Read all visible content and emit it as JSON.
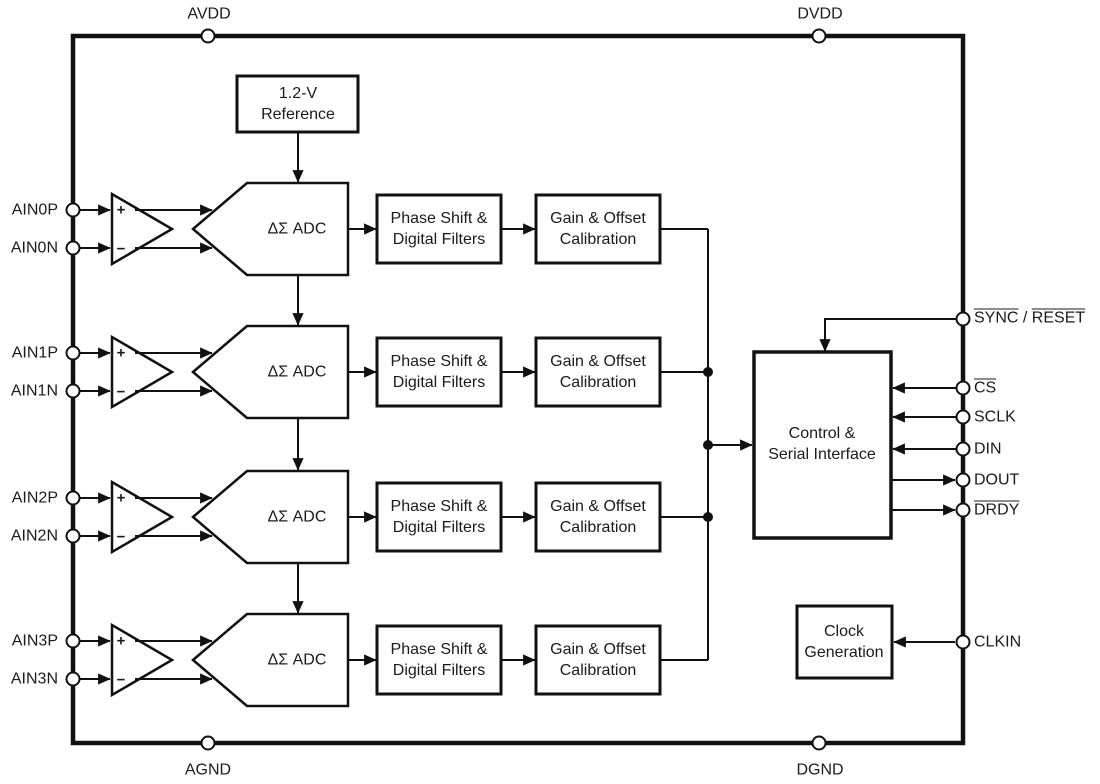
{
  "power_pins": {
    "avdd": "AVDD",
    "dvdd": "DVDD",
    "agnd": "AGND",
    "dgnd": "DGND"
  },
  "channels": [
    {
      "inp": "AIN0P",
      "inn": "AIN0N"
    },
    {
      "inp": "AIN1P",
      "inn": "AIN1N"
    },
    {
      "inp": "AIN2P",
      "inn": "AIN2N"
    },
    {
      "inp": "AIN3P",
      "inn": "AIN3N"
    }
  ],
  "amp": {
    "plus": "+",
    "minus": "−"
  },
  "blocks": {
    "reference": {
      "line1": "1.2-V",
      "line2": "Reference"
    },
    "adc_label": "ΔΣ ADC",
    "phase": {
      "line1": "Phase Shift &",
      "line2": "Digital Filters"
    },
    "gain": {
      "line1": "Gain & Offset",
      "line2": "Calibration"
    },
    "control": {
      "line1": "Control &",
      "line2": "Serial Interface"
    },
    "clock": {
      "line1": "Clock",
      "line2": "Generation"
    }
  },
  "serial_pins": {
    "sync_reset": {
      "first": "SYNC",
      "separator": " / ",
      "second": "RESET"
    },
    "cs": "CS",
    "sclk": "SCLK",
    "din": "DIN",
    "dout": "DOUT",
    "drdy": "DRDY",
    "clkin": "CLKIN"
  },
  "colors": {
    "line": "#111111",
    "text": "#1b1b1b",
    "background": "#ffffff"
  }
}
